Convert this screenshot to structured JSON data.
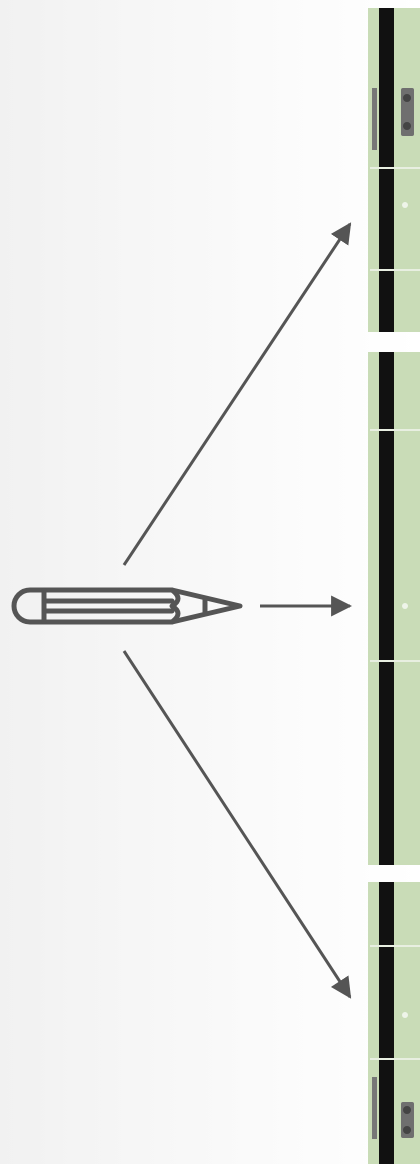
{
  "colors": {
    "background_left": "#f1f1f1",
    "background_right": "#ffffff",
    "icon_stroke": "#555555",
    "arrow": "#555555",
    "board_green": "#c9dcb7",
    "board_black": "#111111",
    "board_hardware": "#6f6f6f"
  },
  "icons": {
    "source": "pencil-icon",
    "targets": [
      "whiteboard-panel",
      "whiteboard-panel",
      "whiteboard-panel"
    ]
  },
  "diagram": {
    "arrow_count": 3,
    "panel_count": 3
  }
}
